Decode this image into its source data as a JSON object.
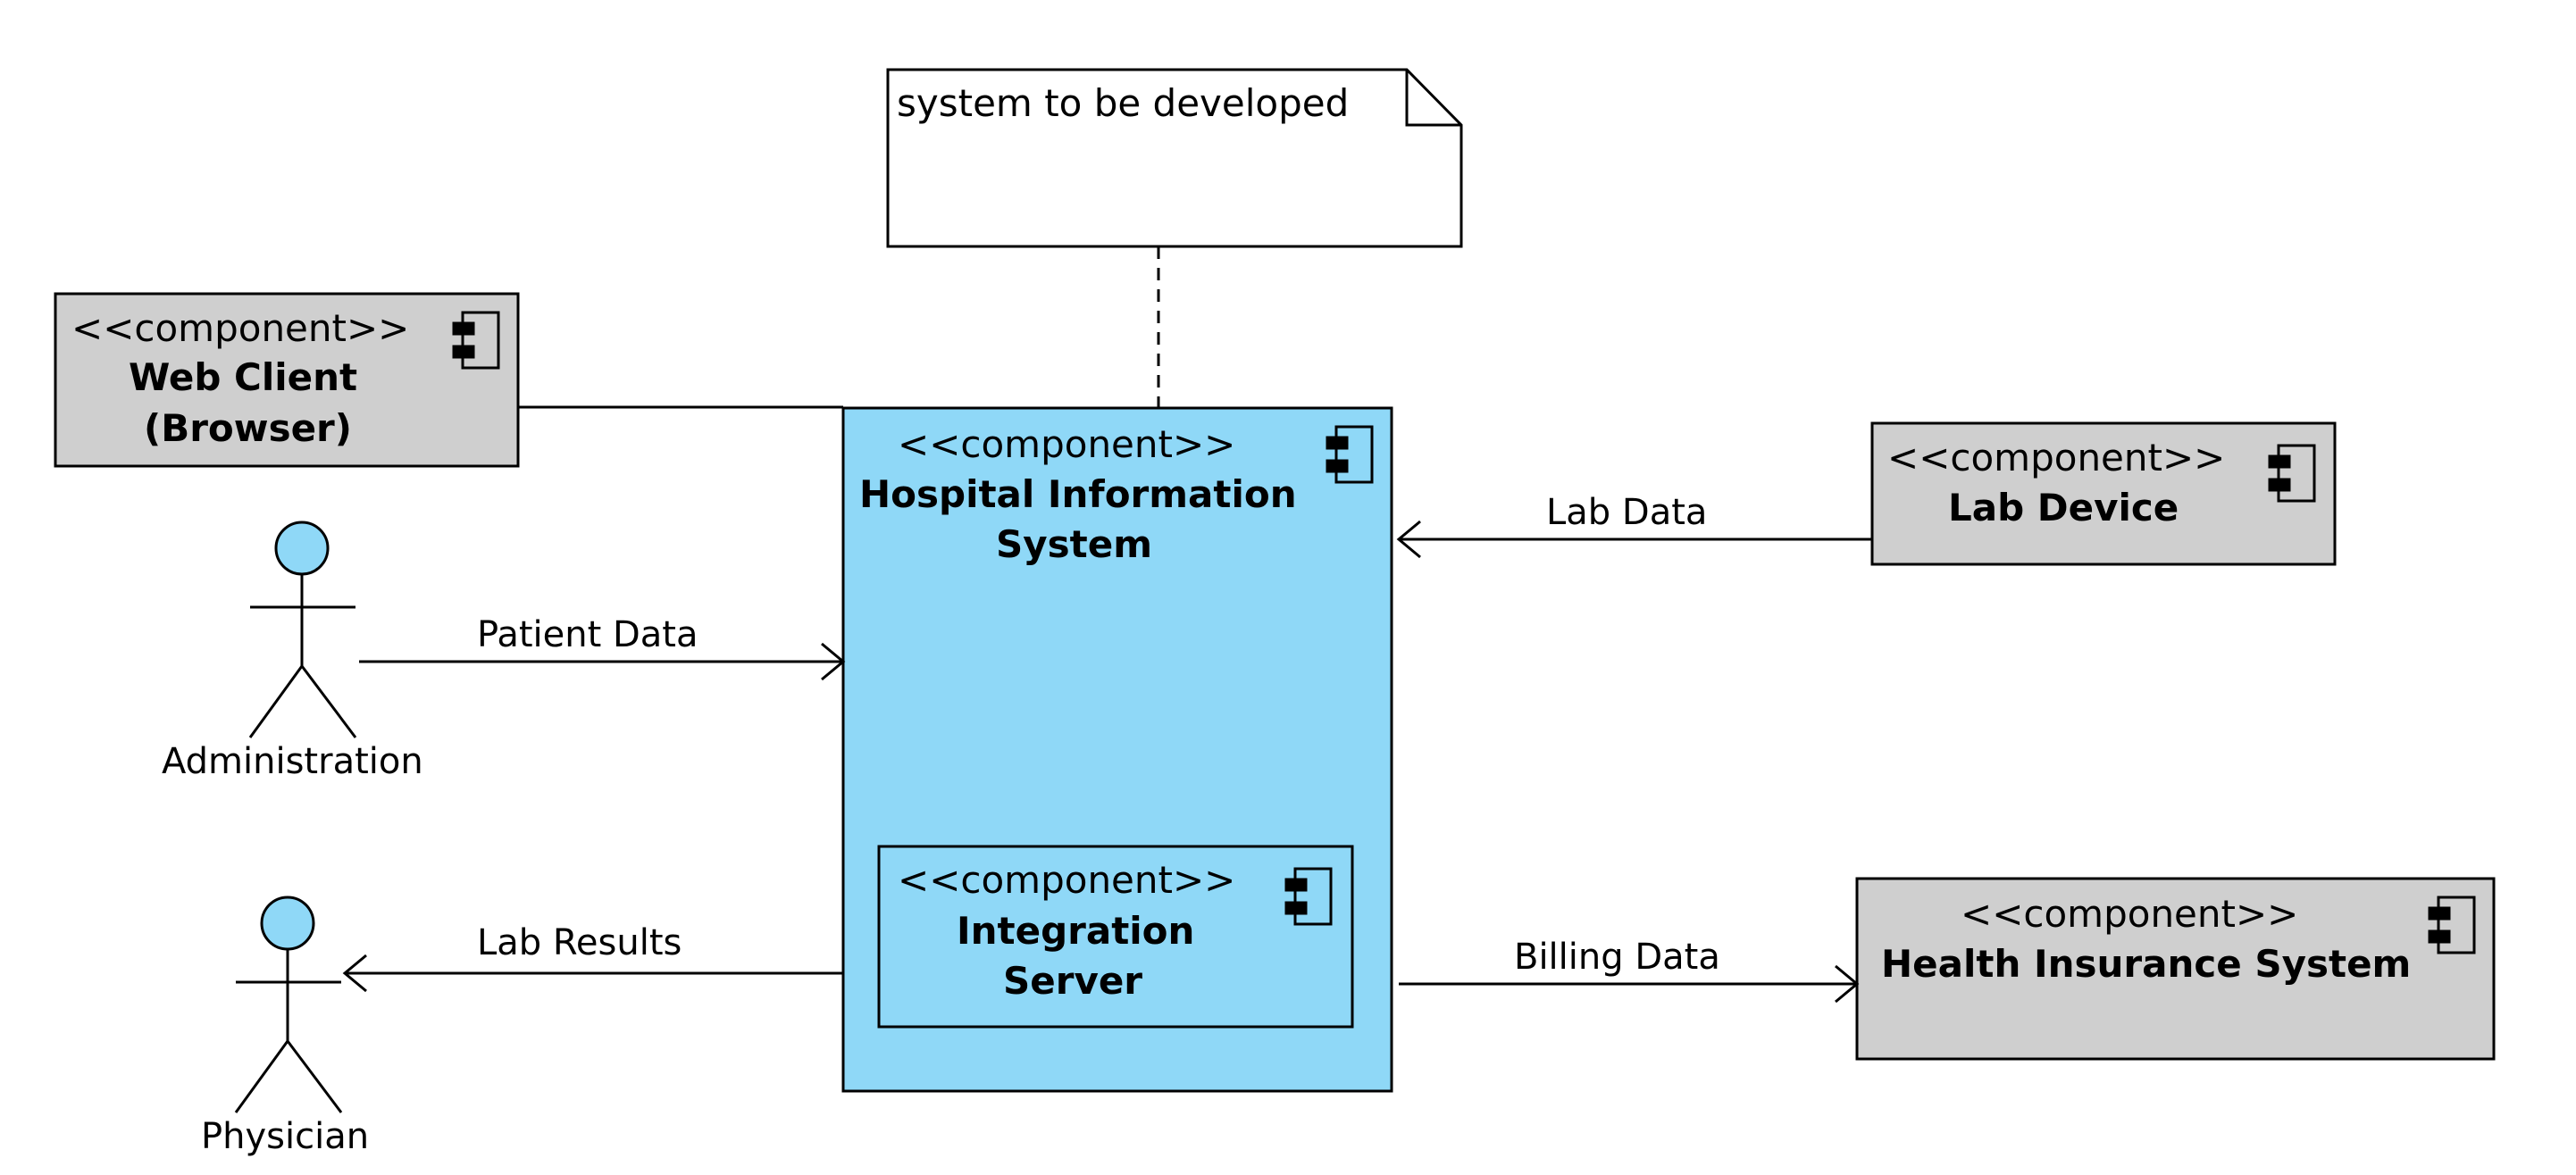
{
  "note": {
    "text": "system to be developed"
  },
  "components": {
    "web_client": {
      "stereotype": "<<component>>",
      "name_line1": "Web Client",
      "name_line2": "(Browser)"
    },
    "his": {
      "stereotype": "<<component>>",
      "name_line1": "Hospital Information",
      "name_line2": "System"
    },
    "integration_server": {
      "stereotype": "<<component>>",
      "name_line1": "Integration",
      "name_line2": "Server"
    },
    "lab_device": {
      "stereotype": "<<component>>",
      "name": "Lab Device"
    },
    "health_insurance": {
      "stereotype": "<<component>>",
      "name": "Health Insurance System"
    }
  },
  "actors": {
    "administration": {
      "name": "Administration"
    },
    "physician": {
      "name": "Physician"
    }
  },
  "connectors": {
    "patient_data": "Patient Data",
    "lab_results": "Lab Results",
    "lab_data": "Lab Data",
    "billing_data": "Billing Data"
  },
  "colors": {
    "system_fill": "#8fd8f7",
    "external_fill": "#cfcfcf",
    "actor_head": "#8fd8f7",
    "stroke": "#000000",
    "background": "#ffffff"
  }
}
